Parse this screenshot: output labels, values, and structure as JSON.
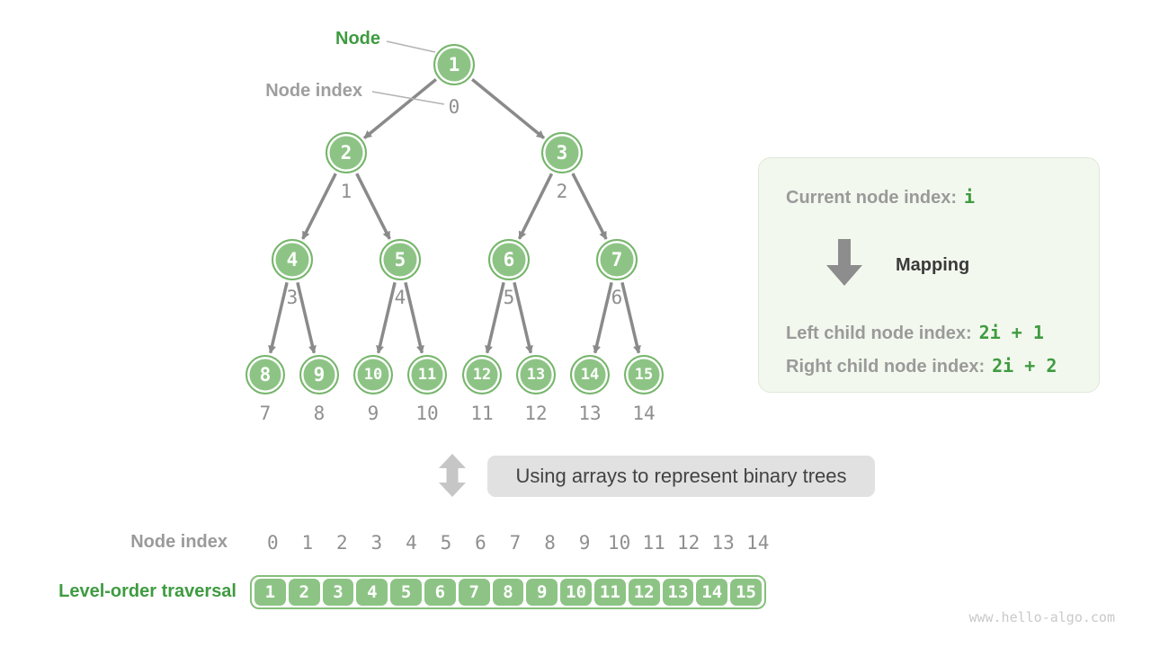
{
  "labels": {
    "node": "Node",
    "node_index": "Node index",
    "bubble": "Using arrays to represent binary trees",
    "watermark": "www.hello-algo.com",
    "array_section": {
      "node_index": "Node index",
      "level_order": "Level-order traversal"
    }
  },
  "panel": {
    "current_label": "Current node index:",
    "current_value": "i",
    "mapping_label": "Mapping",
    "left_label": "Left child node index:",
    "left_value": "2i + 1",
    "right_label": "Right child node index:",
    "right_value": "2i + 2"
  },
  "tree": {
    "node_values": [
      [
        1
      ],
      [
        2,
        3
      ],
      [
        4,
        5,
        6,
        7
      ],
      [
        8,
        9,
        10,
        11,
        12,
        13,
        14,
        15
      ]
    ],
    "node_indices": [
      [
        0
      ],
      [
        1,
        2
      ],
      [
        3,
        4,
        5,
        6
      ],
      [
        7,
        8,
        9,
        10,
        11,
        12,
        13,
        14
      ]
    ]
  },
  "array": {
    "indices": [
      "0",
      "1",
      "2",
      "3",
      "4",
      "5",
      "6",
      "7",
      "8",
      "9",
      "10",
      "11",
      "12",
      "13",
      "14"
    ],
    "values": [
      "1",
      "2",
      "3",
      "4",
      "5",
      "6",
      "7",
      "8",
      "9",
      "10",
      "11",
      "12",
      "13",
      "14",
      "15"
    ]
  },
  "colors": {
    "node_fill": "#8dc485",
    "node_border": "#76b56b",
    "green_text": "#3f9b41",
    "gray_text": "#9a9a9a",
    "edge": "#8a8a8a",
    "dark_text": "#3a3a3a",
    "panel_bg": "#f2f8ee",
    "bubble_bg": "#e1e1e1"
  }
}
